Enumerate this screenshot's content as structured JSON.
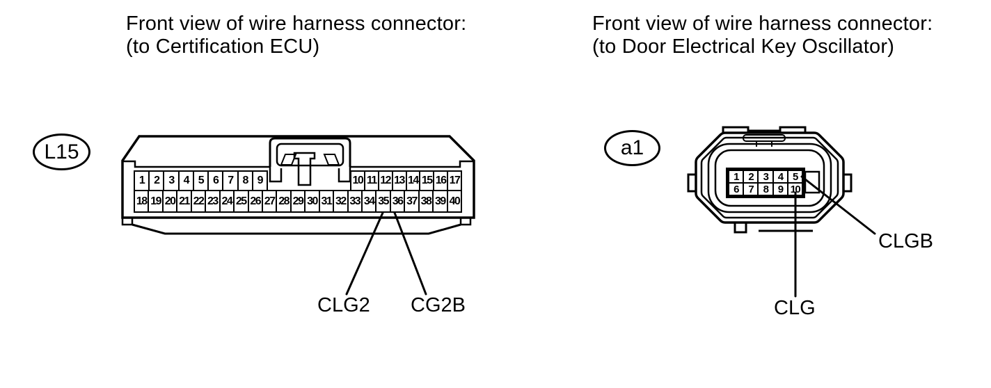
{
  "left_panel": {
    "title_line1": "Front view of wire harness connector:",
    "title_line2": "(to Certification ECU)",
    "connector_code": "L15",
    "pins_top_left": [
      "1",
      "2",
      "3",
      "4",
      "5",
      "6",
      "7",
      "8",
      "9"
    ],
    "pins_top_right": [
      "10",
      "11",
      "12",
      "13",
      "14",
      "15",
      "16",
      "17"
    ],
    "pins_bottom": [
      "18",
      "19",
      "20",
      "21",
      "22",
      "23",
      "24",
      "25",
      "26",
      "27",
      "28",
      "29",
      "30",
      "31",
      "32",
      "33",
      "34",
      "35",
      "36",
      "37",
      "38",
      "39",
      "40"
    ],
    "labels": {
      "clg2": "CLG2",
      "cg2b": "CG2B"
    },
    "labeled_pins": {
      "clg2_pin": "35",
      "cg2b_pin": "36"
    }
  },
  "right_panel": {
    "title_line1": "Front view of wire harness connector:",
    "title_line2": "(to Door Electrical Key Oscillator)",
    "connector_code": "a1",
    "pins_row1": [
      "1",
      "2",
      "3",
      "4",
      "5"
    ],
    "pins_row2": [
      "6",
      "7",
      "8",
      "9",
      "10"
    ],
    "labels": {
      "clgb": "CLGB",
      "clg": "CLG"
    },
    "labeled_pins": {
      "clgb_pin": "5",
      "clg_pin": "10"
    }
  },
  "colors": {
    "line": "#000000",
    "background": "#ffffff"
  }
}
